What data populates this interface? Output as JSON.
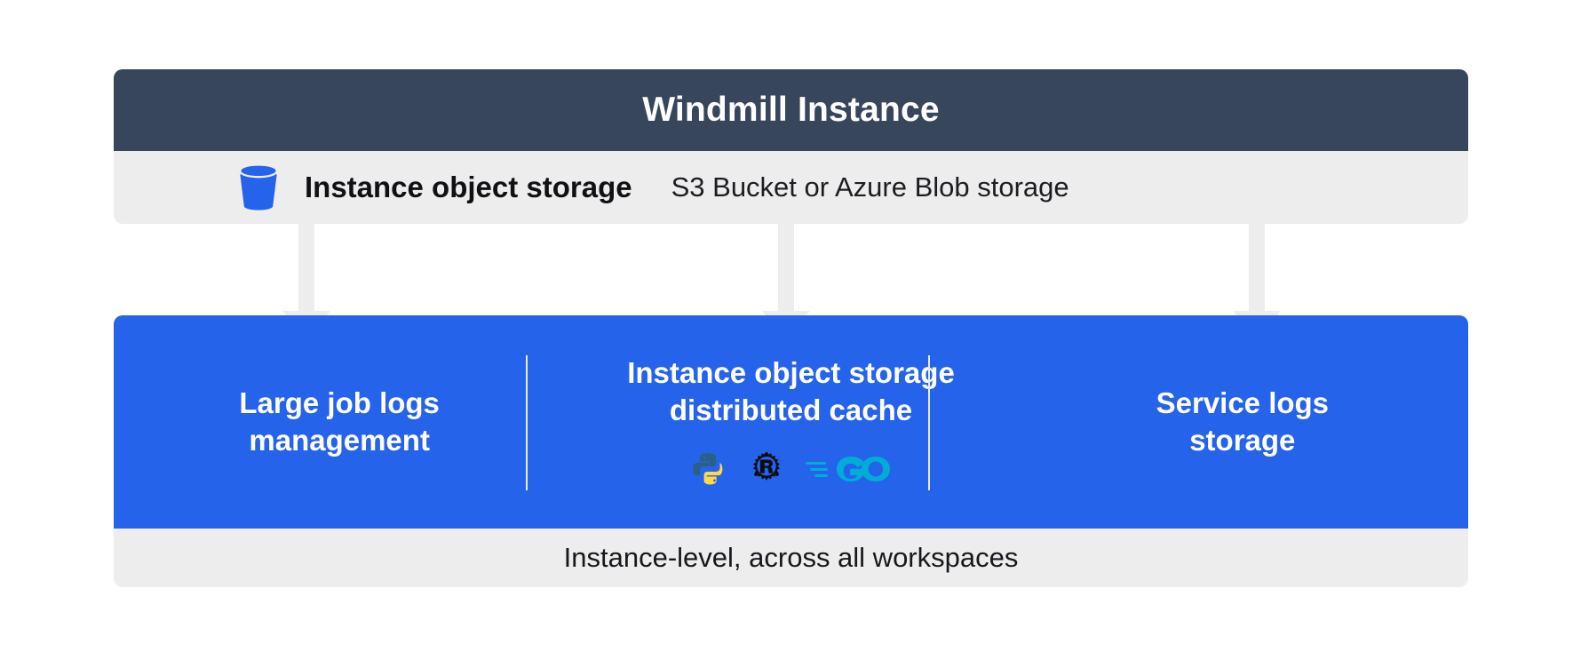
{
  "diagram": {
    "title": "Windmill Instance",
    "subrow": {
      "icon": "bucket-icon",
      "label": "Instance object storage",
      "detail": "S3 Bucket or Azure Blob storage"
    },
    "columns": [
      {
        "label": "Large job logs\nmanagement",
        "logos": []
      },
      {
        "label": "Instance object storage\ndistributed cache",
        "logos": [
          "python-logo",
          "rust-logo",
          "go-logo"
        ]
      },
      {
        "label": "Service logs\nstorage",
        "logos": []
      }
    ],
    "footer": "Instance-level, across all workspaces",
    "connectors": [
      {
        "name": "arrow-to-large-job-logs"
      },
      {
        "name": "arrow-to-distributed-cache"
      },
      {
        "name": "arrow-to-service-logs"
      }
    ],
    "colors": {
      "header_bg": "#37465b",
      "panel_bg": "#2563eb",
      "bar_bg": "#eeeded",
      "text_light": "#ffffff",
      "text_dark": "#0f1115",
      "bucket": "#2563eb",
      "go": "#00add8",
      "rust": "#0b0d11",
      "python_top": "#2a6083",
      "python_bottom": "#ffd845"
    }
  }
}
